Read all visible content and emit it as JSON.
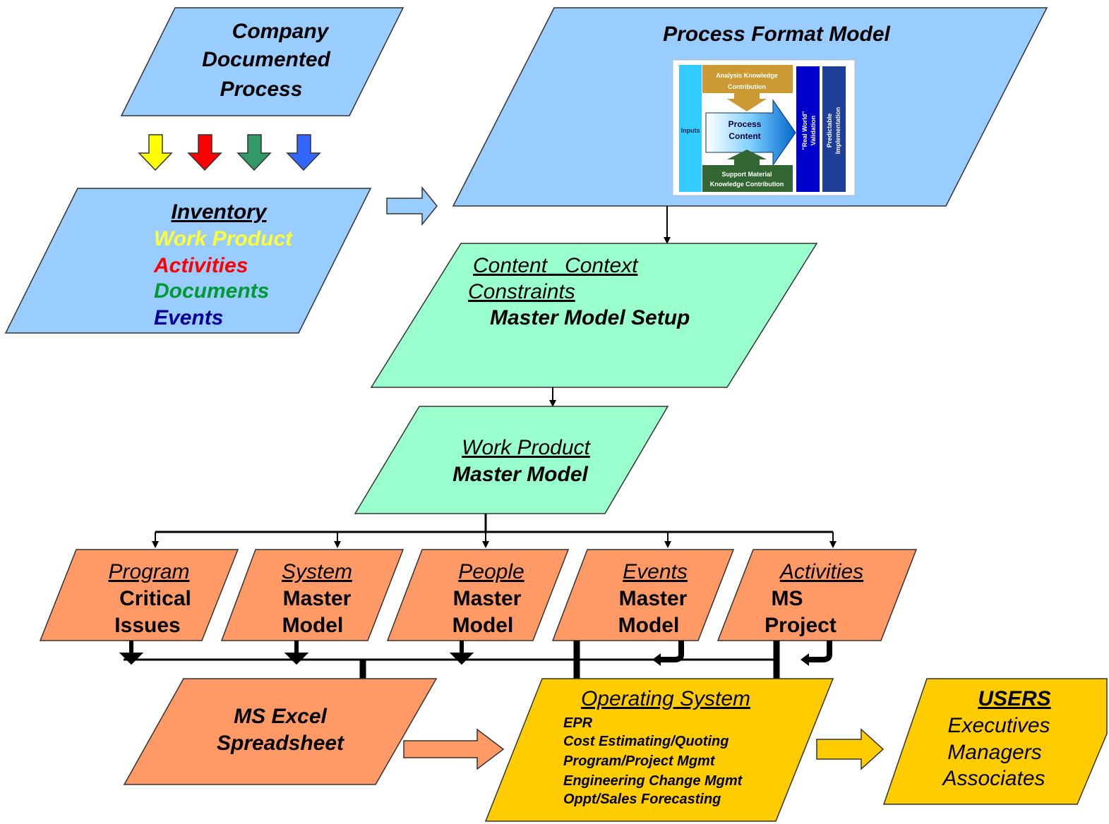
{
  "colors": {
    "blue_box": "#99ccff",
    "green_box": "#99ffcc",
    "salmon_box": "#ff9966",
    "yellow_box": "#ffcc00",
    "work_product": "#ffff33",
    "activities": "#ff0000",
    "documents": "#009933",
    "events": "#000099"
  },
  "company_process": {
    "line1": "Company",
    "line2": "Documented",
    "line3": "Process"
  },
  "color_arrows": [
    "yellow-arrow",
    "red-arrow",
    "green-arrow",
    "blue-arrow"
  ],
  "inventory": {
    "title": "Inventory",
    "items": [
      "Work Product",
      "Activities",
      "Documents",
      "Events"
    ]
  },
  "process_format_model": {
    "title": "Process Format  Model",
    "inset": {
      "analysis_line1": "Analysis Knowledge",
      "analysis_line2": "Contribution",
      "inputs": "Inputs",
      "process_line1": "Process",
      "process_line2": "Content",
      "support_line1": "Support Material",
      "support_line2": "Knowledge Contribution",
      "validation_line1": "\"Real World\"",
      "validation_line2": "Validation",
      "implementation_line1": "Predictable",
      "implementation_line2": "Implementation"
    }
  },
  "master_setup": {
    "line1": "Content   Context",
    "line2": "Constraints",
    "line3": "Master Model Setup"
  },
  "work_product_model": {
    "line1": "Work Product",
    "line2": "Master Model"
  },
  "models": [
    {
      "title": "Program",
      "line1": "Critical",
      "line2": "Issues"
    },
    {
      "title": "System",
      "line1": "Master",
      "line2": "Model"
    },
    {
      "title": "People",
      "line1": "Master",
      "line2": "Model"
    },
    {
      "title": "Events",
      "line1": "Master",
      "line2": "Model"
    },
    {
      "title": "Activities",
      "line1": "MS",
      "line2": "Project"
    }
  ],
  "excel": {
    "line1": "MS Excel",
    "line2": "Spreadsheet"
  },
  "operating_system": {
    "title": "Operating System",
    "items": [
      "EPR",
      "Cost Estimating/Quoting",
      "Program/Project Mgmt",
      "Engineering Change Mgmt",
      "Oppt/Sales Forecasting"
    ]
  },
  "users": {
    "title": "USERS",
    "items": [
      "Executives",
      "Managers",
      "Associates"
    ]
  }
}
